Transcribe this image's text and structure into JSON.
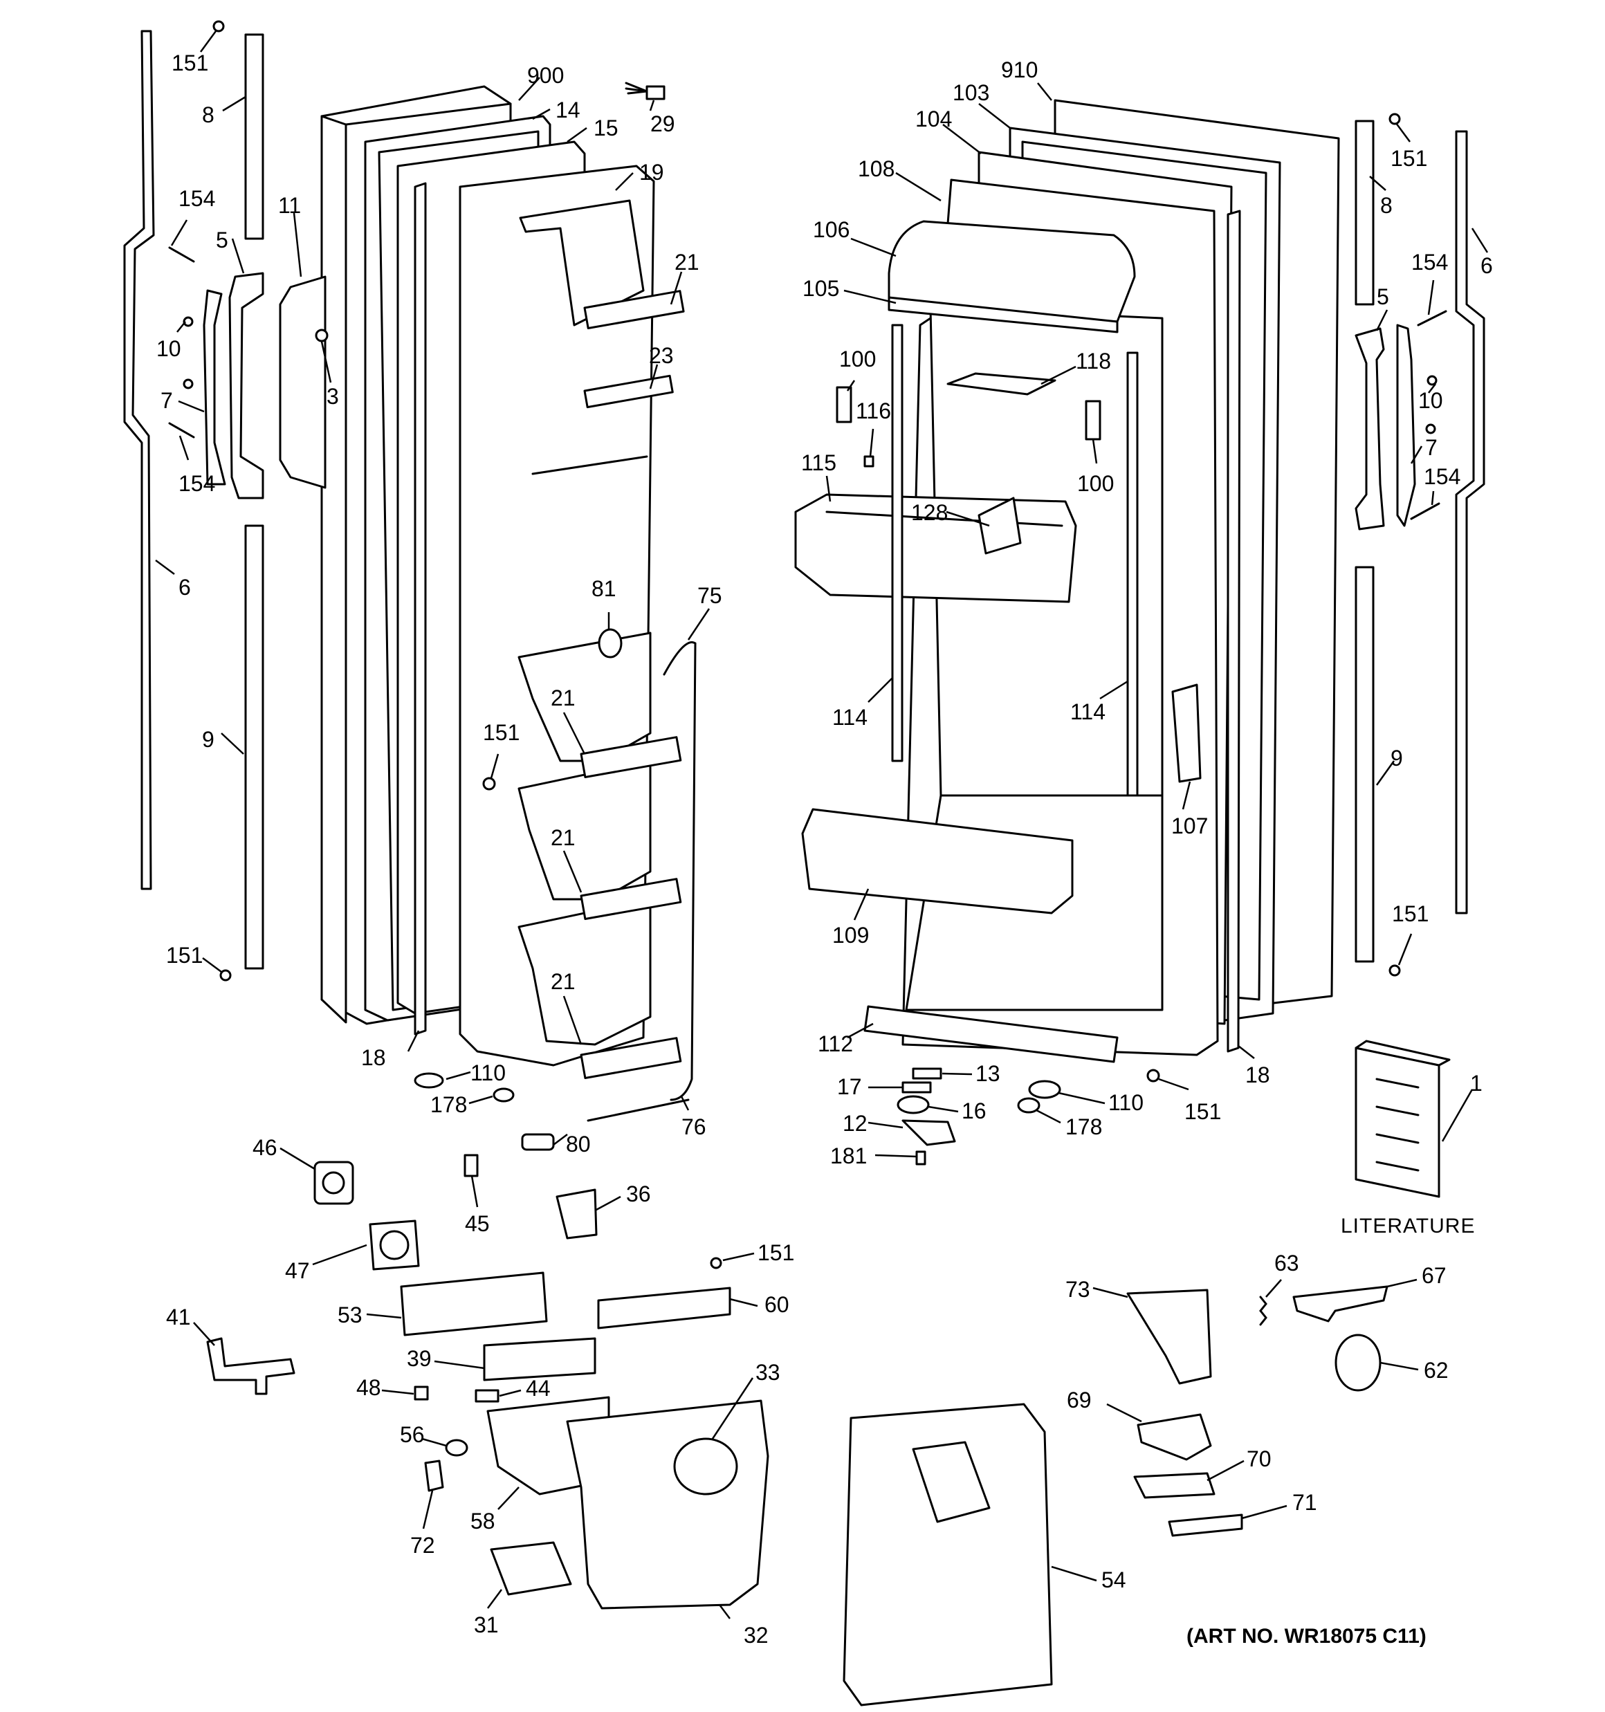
{
  "diagram": {
    "art_number": "(ART NO. WR18075 C11)",
    "literature_caption": "LITERATURE",
    "callouts": {
      "c151_tl": "151",
      "c8_l": "8",
      "c900": "900",
      "c14": "14",
      "c15": "15",
      "c29": "29",
      "c19": "19",
      "c154_l1": "154",
      "c5_l": "5",
      "c11": "11",
      "c10_l": "10",
      "c3": "3",
      "c7_l": "7",
      "c154_l2": "154",
      "c21_a": "21",
      "c23": "23",
      "c6_l": "6",
      "c81": "81",
      "c75": "75",
      "c151_ml": "151",
      "c21_b": "21",
      "c9_l": "9",
      "c21_c": "21",
      "c21_d": "21",
      "c151_bl": "151",
      "c18_l": "18",
      "c110_l": "110",
      "c178_l": "178",
      "c80": "80",
      "c76": "76",
      "c910": "910",
      "c103": "103",
      "c104": "104",
      "c108": "108",
      "c106": "106",
      "c105": "105",
      "c118": "118",
      "c100_a": "100",
      "c116": "116",
      "c100_b": "100",
      "c115": "115",
      "c128": "128",
      "c114_a": "114",
      "c114_b": "114",
      "c107": "107",
      "c109": "109",
      "c112": "112",
      "c13": "13",
      "c17": "17",
      "c16": "16",
      "c12": "12",
      "c181": "181",
      "c110_r": "110",
      "c178_r": "178",
      "c151_r3": "151",
      "c18_r": "18",
      "c151_tr": "151",
      "c8_r": "8",
      "c6_r": "6",
      "c154_r1": "154",
      "c5_r": "5",
      "c10_r": "10",
      "c7_r": "7",
      "c154_r2": "154",
      "c9_r": "9",
      "c151_r2": "151",
      "c1": "1",
      "c46": "46",
      "c45": "45",
      "c36": "36",
      "c47": "47",
      "c151_d": "151",
      "c53": "53",
      "c60": "60",
      "c41": "41",
      "c39": "39",
      "c48": "48",
      "c44": "44",
      "c33": "33",
      "c56": "56",
      "c58": "58",
      "c72": "72",
      "c31": "31",
      "c32": "32",
      "c73": "73",
      "c63": "63",
      "c67": "67",
      "c62": "62",
      "c69": "69",
      "c70": "70",
      "c71": "71",
      "c54": "54"
    }
  }
}
